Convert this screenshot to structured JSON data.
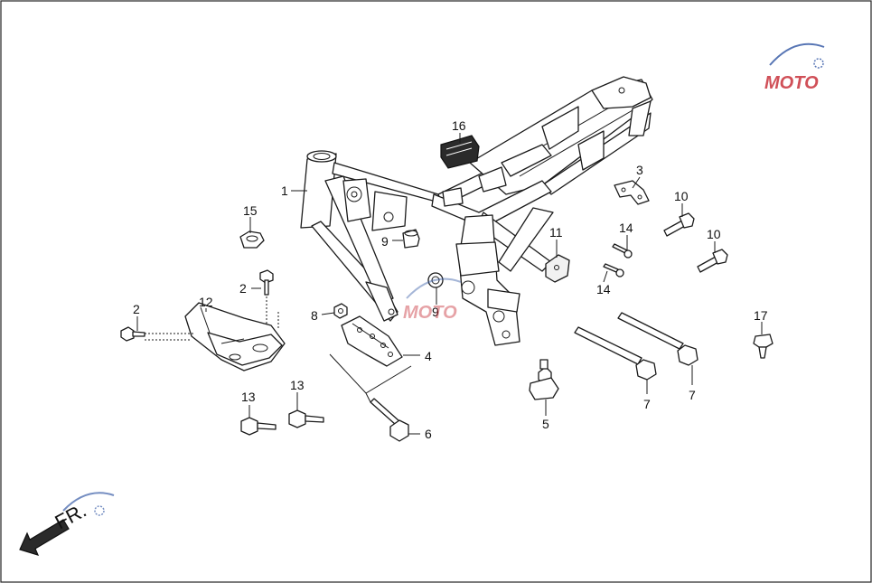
{
  "direction_label": "FR.",
  "watermark": {
    "brand": "MOTO",
    "color_red": "#c8323c",
    "color_blue": "#3a5ea8"
  },
  "callouts": [
    {
      "id": "c1",
      "text": "1"
    },
    {
      "id": "c2a",
      "text": "2"
    },
    {
      "id": "c2b",
      "text": "2"
    },
    {
      "id": "c3",
      "text": "3"
    },
    {
      "id": "c4",
      "text": "4"
    },
    {
      "id": "c5",
      "text": "5"
    },
    {
      "id": "c6",
      "text": "6"
    },
    {
      "id": "c7a",
      "text": "7"
    },
    {
      "id": "c7b",
      "text": "7"
    },
    {
      "id": "c8",
      "text": "8"
    },
    {
      "id": "c9a",
      "text": "9"
    },
    {
      "id": "c9b",
      "text": "9"
    },
    {
      "id": "c10a",
      "text": "10"
    },
    {
      "id": "c10b",
      "text": "10"
    },
    {
      "id": "c11",
      "text": "11"
    },
    {
      "id": "c12",
      "text": "12"
    },
    {
      "id": "c13a",
      "text": "13"
    },
    {
      "id": "c13b",
      "text": "13"
    },
    {
      "id": "c14a",
      "text": "14"
    },
    {
      "id": "c14b",
      "text": "14"
    },
    {
      "id": "c15",
      "text": "15"
    },
    {
      "id": "c16",
      "text": "16"
    },
    {
      "id": "c17",
      "text": "17"
    }
  ]
}
